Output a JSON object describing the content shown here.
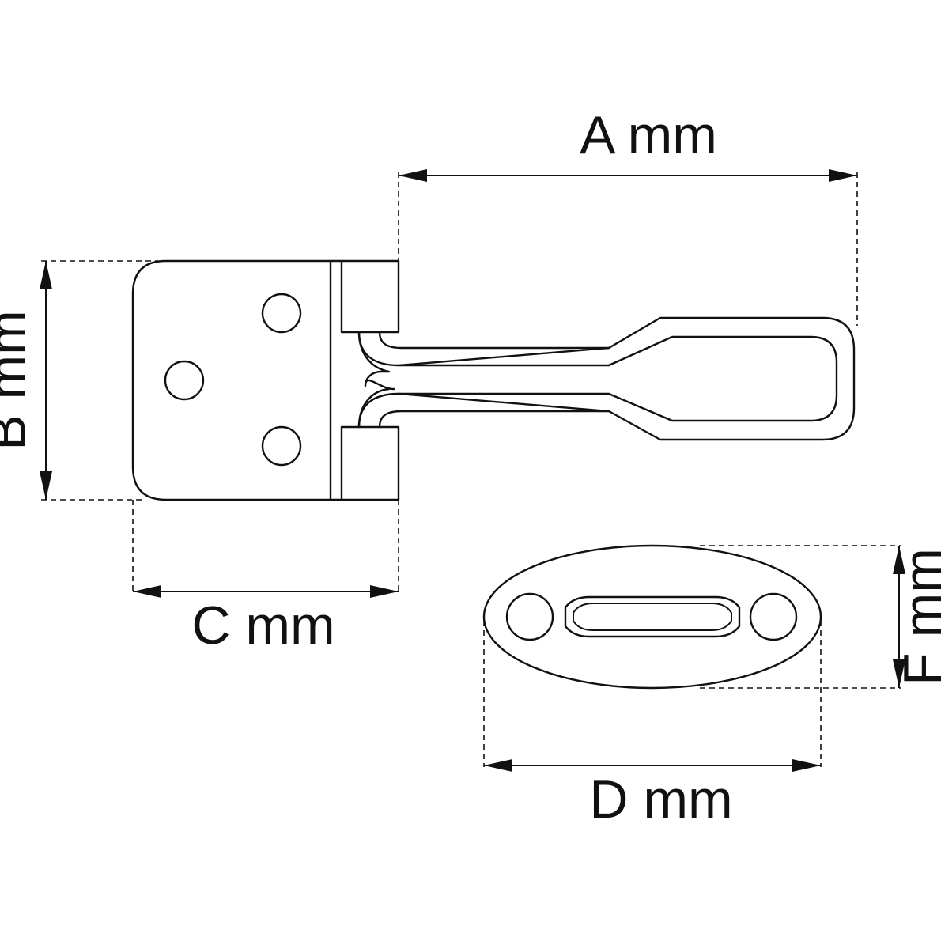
{
  "diagram": {
    "stroke_color": "#111111",
    "background": "#ffffff",
    "labels": {
      "a": "A mm",
      "b": "B mm",
      "c": "C mm",
      "d": "D mm",
      "f": "F mm"
    }
  }
}
